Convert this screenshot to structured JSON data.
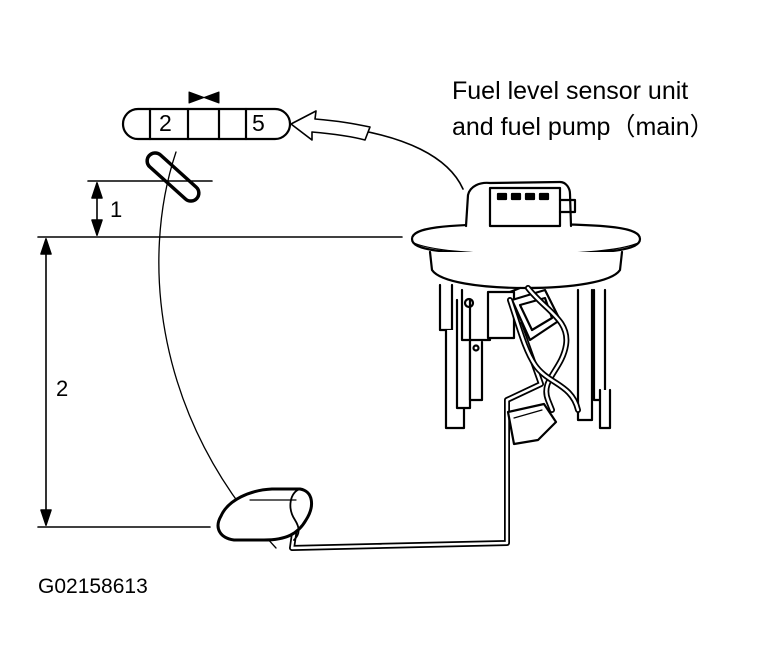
{
  "title_line1": "Fuel level sensor unit",
  "title_line2": "and fuel pump（main）",
  "connector": {
    "pin_left": "2",
    "pin_right": "5"
  },
  "dimensions": {
    "dim1": "1",
    "dim2": "2"
  },
  "figure_code": "G02158613"
}
